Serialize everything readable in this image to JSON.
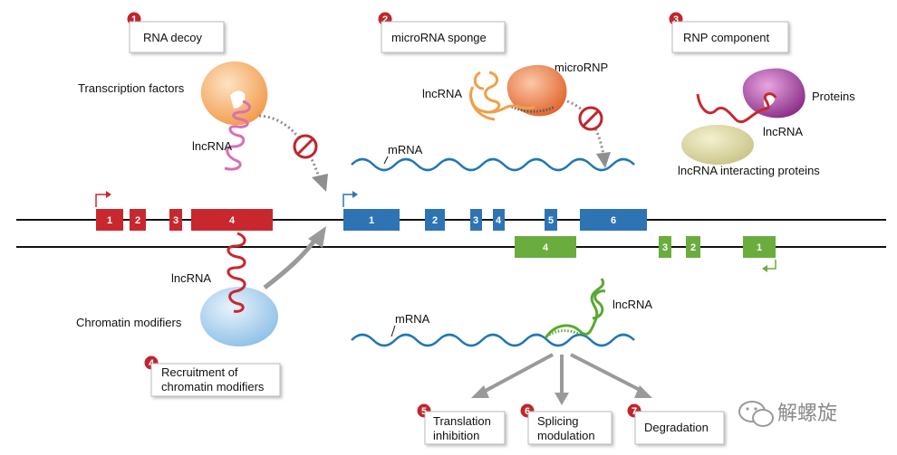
{
  "mechanisms": [
    {
      "num": "1",
      "label": "RNA decoy"
    },
    {
      "num": "2",
      "label": "microRNA sponge"
    },
    {
      "num": "3",
      "label": "RNP component"
    },
    {
      "num": "4",
      "label_line1": "Recruitment of",
      "label_line2": "chromatin modifiers"
    },
    {
      "num": "5",
      "label_line1": "Translation",
      "label_line2": "inhibition"
    },
    {
      "num": "6",
      "label_line1": "Splicing",
      "label_line2": "modulation"
    },
    {
      "num": "7",
      "label": "Degradation"
    }
  ],
  "labels": {
    "transcription_factors": "Transcription factors",
    "lncrna": "lncRNA",
    "microrna_p": "microRNP",
    "mrna": "mRNA",
    "proteins": "Proteins",
    "lncrna_interacting_proteins": "lncRNA interacting proteins",
    "chromatin_modifiers": "Chromatin modifiers"
  },
  "gene_red_exons": [
    "1",
    "2",
    "3",
    "4"
  ],
  "gene_blue_exons": [
    "1",
    "2",
    "3",
    "4",
    "5",
    "6"
  ],
  "gene_green_exons": [
    "4",
    "3",
    "2",
    "1"
  ],
  "watermark": "解螺旋",
  "colors": {
    "red_gene": "#c8282d",
    "blue_gene": "#2e74b5",
    "green_gene": "#6aad3e",
    "badge": "#c0262d",
    "mrna_wave": "#1f78b4",
    "orange_protein": "#f29a4a",
    "purple_protein": "#9b3a95",
    "olive_protein": "#d8d39a",
    "chromatin_blue": "#9ec8ea"
  }
}
